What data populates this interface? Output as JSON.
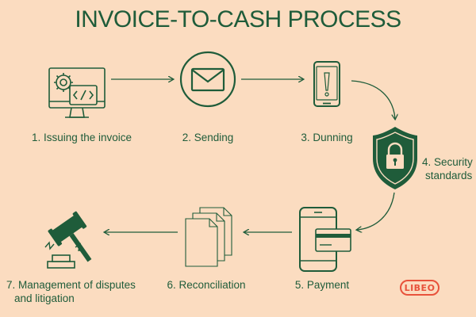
{
  "title": "INVOICE-TO-CASH PROCESS",
  "colors": {
    "background": "#fbdcc0",
    "primary": "#1f5c3a",
    "brand": "#e8523b"
  },
  "steps": [
    {
      "label": "1. Issuing the invoice",
      "icon": "computer-code-icon"
    },
    {
      "label": "2. Sending",
      "icon": "envelope-icon"
    },
    {
      "label": "3. Dunning",
      "icon": "phone-alert-icon"
    },
    {
      "label_line1": "4. Security",
      "label_line2": "standards",
      "icon": "shield-lock-icon"
    },
    {
      "label": "5. Payment",
      "icon": "phone-card-icon"
    },
    {
      "label": "6. Reconciliation",
      "icon": "documents-icon"
    },
    {
      "label_line1": "7. Management of disputes",
      "label_line2": "and litigation",
      "icon": "gavel-icon"
    }
  ],
  "brand_logo": "LIBEO"
}
